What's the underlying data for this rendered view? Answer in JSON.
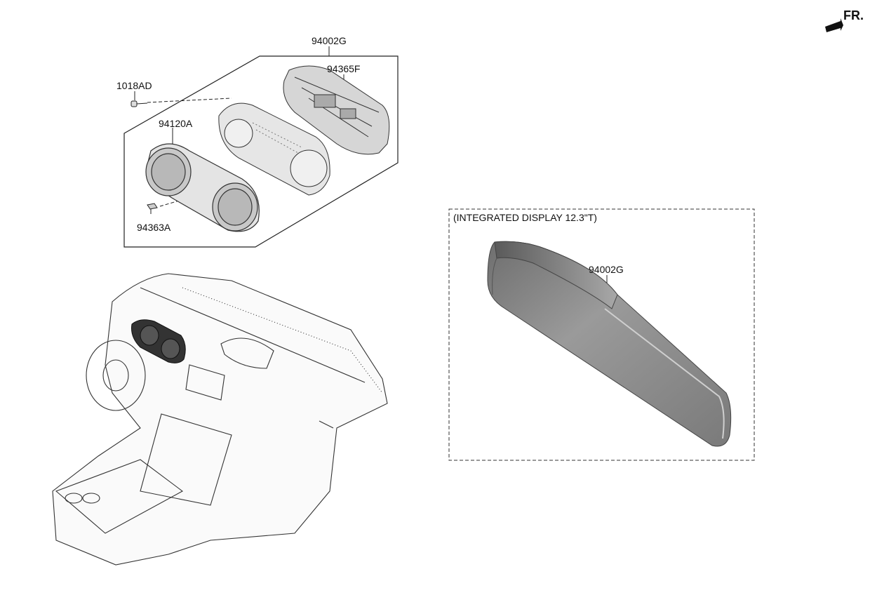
{
  "orientation": {
    "label": "FR."
  },
  "cluster": {
    "assembly_label": "94002G",
    "pcb_label": "94365F",
    "screw_label": "1018AD",
    "lens_label": "94120A",
    "clip_label": "94363A"
  },
  "integrated_display": {
    "title": "(INTEGRATED DISPLAY 12.3\"T)",
    "part_label": "94002G"
  },
  "colors": {
    "line": "#222222",
    "display_body": "#8a8a8a",
    "highlight": "#333333"
  }
}
